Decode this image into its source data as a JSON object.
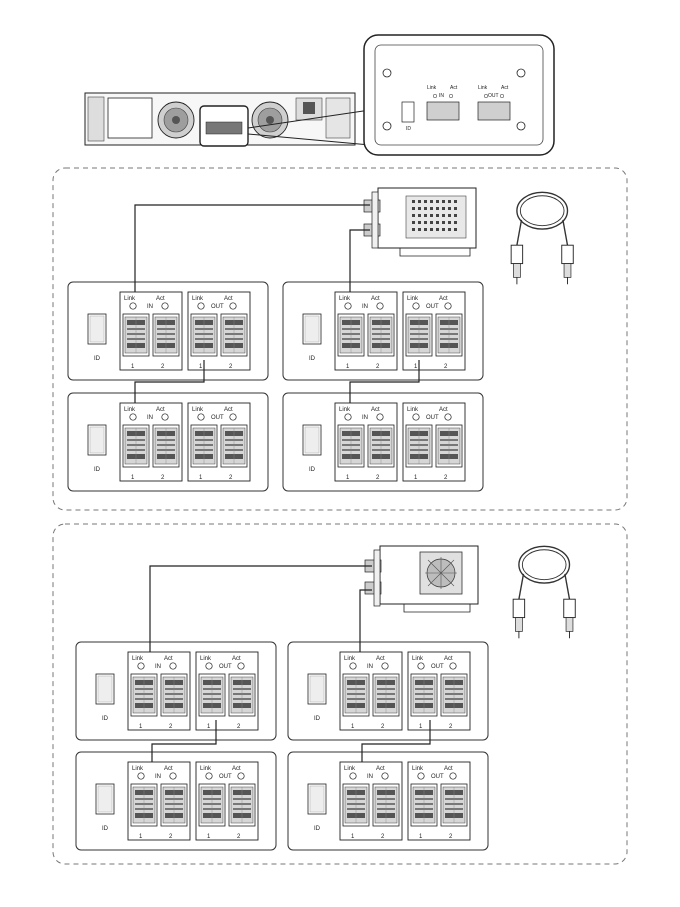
{
  "labels": {
    "link": "Link",
    "act": "Act",
    "in": "IN",
    "out": "OUT",
    "id": "ID",
    "port1": "1",
    "port2": "2"
  },
  "units": [
    {
      "panel": "top-left"
    },
    {
      "panel": "top-right"
    },
    {
      "panel": "bottom-left"
    },
    {
      "panel": "bottom-right"
    }
  ],
  "colors": {
    "line": "#222222",
    "frame": "#888888",
    "fill_light": "#f2f2f2",
    "fill_mid": "#bdbdbd"
  }
}
